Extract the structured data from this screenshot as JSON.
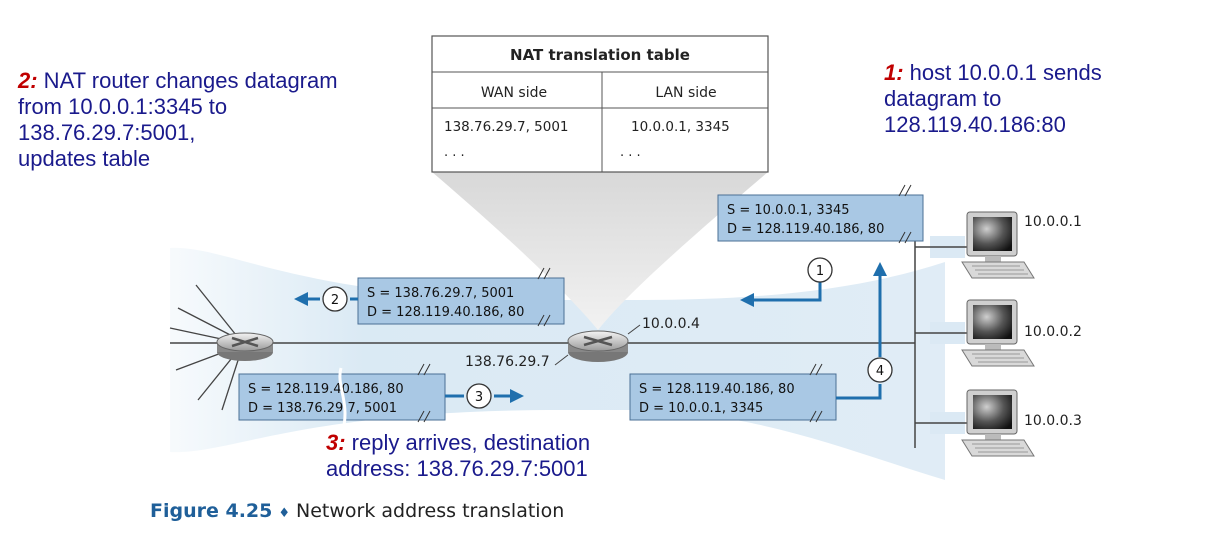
{
  "nat_table": {
    "title": "NAT translation table",
    "wan_header": "WAN side",
    "lan_header": "LAN side",
    "wan_value": "138.76.29.7, 5001",
    "lan_value": "10.0.0.1, 3345",
    "wan_ellipsis": ". . .",
    "lan_ellipsis": ". . ."
  },
  "notes": {
    "step1_num": "1:",
    "step1_line1": " host 10.0.0.1 sends",
    "step1_line2": "datagram to",
    "step1_line3": "128.119.40.186:80",
    "step2_num": "2:",
    "step2_line1": " NAT router changes datagram",
    "step2_line2": "from 10.0.0.1:3345 to",
    "step2_line3": "138.76.29.7:5001,",
    "step2_line4": "updates table",
    "step3_num": "3:",
    "step3_line1": " reply arrives, destination",
    "step3_line2": "address: 138.76.29.7:5001"
  },
  "datagrams": {
    "d1_src": "S = 10.0.0.1, 3345",
    "d1_dst": "D = 128.119.40.186, 80",
    "d2_src": "S = 138.76.29.7, 5001",
    "d2_dst": "D = 128.119.40.186, 80",
    "d3_src": "S = 128.119.40.186, 80",
    "d3_dst": "D = 138.76.29.7, 5001",
    "d4_src": "S = 128.119.40.186, 80",
    "d4_dst": "D = 10.0.0.1, 3345"
  },
  "steps": [
    "1",
    "2",
    "3",
    "4"
  ],
  "addresses": {
    "router_lan": "10.0.0.4",
    "router_wan": "138.76.29.7",
    "host1": "10.0.0.1",
    "host2": "10.0.0.2",
    "host3": "10.0.0.3"
  },
  "caption": {
    "figure": "Figure 4.25",
    "separator": "♦",
    "text": "Network address translation"
  },
  "colors": {
    "accent": "#1f6fad",
    "datagram_fill": "#a9c8e4",
    "note_text": "#1a1a8c",
    "step_number": "#c00000"
  }
}
